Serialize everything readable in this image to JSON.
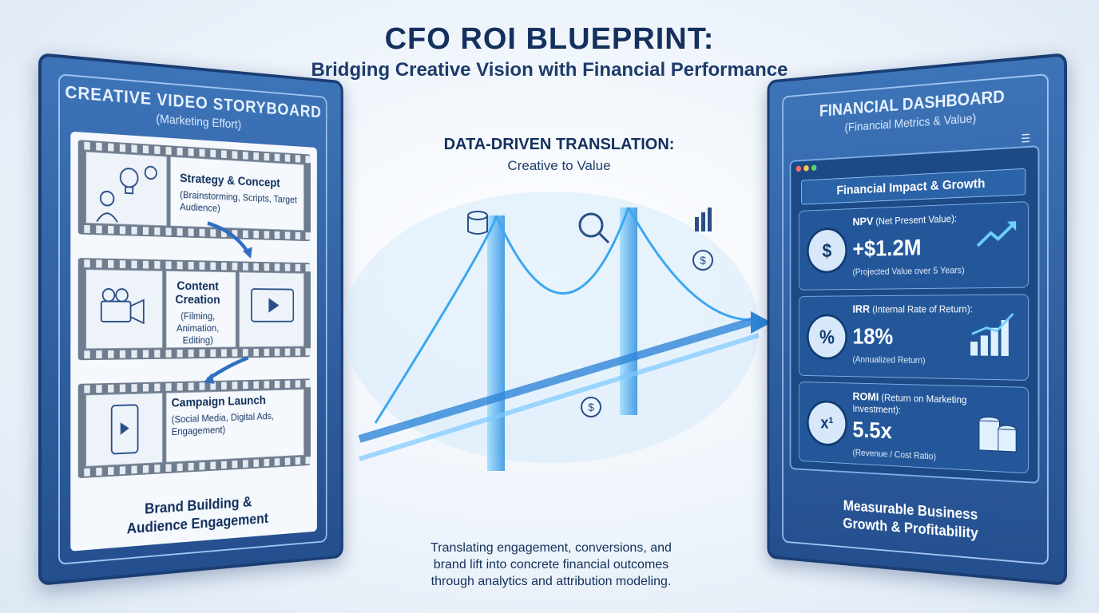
{
  "header": {
    "title": "CFO ROI BLUEPRINT:",
    "subtitle": "Bridging Creative Vision with Financial Performance"
  },
  "left_panel": {
    "heading": "CREATIVE VIDEO STORYBOARD",
    "subheading": "(Marketing Effort)",
    "steps": [
      {
        "title": "Strategy & Concept",
        "description": "(Brainstorming, Scripts, Target Audience)"
      },
      {
        "title": "Content Creation",
        "description": "(Filming, Animation, Editing)"
      },
      {
        "title": "Campaign Launch",
        "description": "(Social Media, Digital Ads, Engagement)"
      }
    ],
    "footer_line1": "Brand Building &",
    "footer_line2": "Audience Engagement"
  },
  "center": {
    "heading": "DATA-DRIVEN TRANSLATION:",
    "subheading": "Creative to Value",
    "caption_line1": "Translating engagement, conversions, and",
    "caption_line2": "brand lift into concrete financial outcomes",
    "caption_line3": "through analytics and attribution modeling."
  },
  "right_panel": {
    "heading": "FINANCIAL DASHBOARD",
    "subheading": "(Financial Metrics & Value)",
    "dashboard_title": "Financial Impact & Growth",
    "metrics": [
      {
        "abbr": "NPV",
        "label": "(Net Present Value):",
        "value": "+$1.2M",
        "note": "(Projected Value over 5 Years)",
        "icon": "$"
      },
      {
        "abbr": "IRR",
        "label": "(Internal Rate of Return):",
        "value": "18%",
        "note": "(Annualized Return)",
        "icon": "%"
      },
      {
        "abbr": "ROMI",
        "label": "(Return on Marketing Investment):",
        "value": "5.5x",
        "note": "(Revenue / Cost Ratio)",
        "icon": "x¹"
      }
    ],
    "footer_line1": "Measurable Business",
    "footer_line2": "Growth & Profitability"
  },
  "colors": {
    "panel_blue": "#2d5fa3",
    "glow_blue": "#5cc8ff",
    "navy_text": "#12305c"
  }
}
